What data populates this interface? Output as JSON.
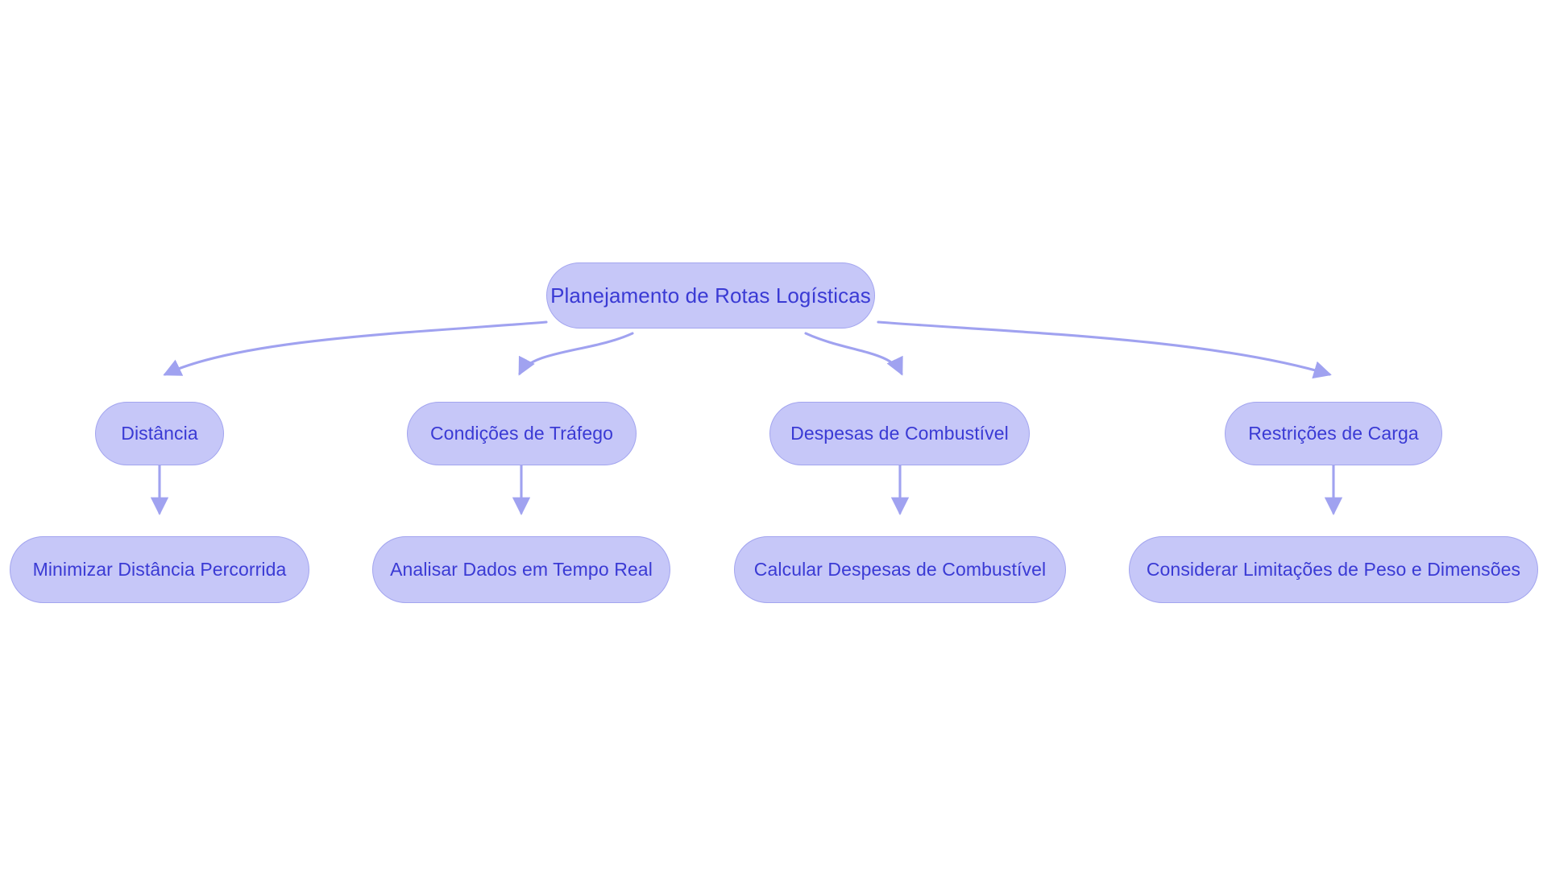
{
  "diagram": {
    "title": "Planejamento de Rotas Logisticas flowchart",
    "background_color": "#ffffff",
    "node_fill_color": "#c6c7f8",
    "node_border_color": "#a3a5ef",
    "node_text_color": "#3a3ad4",
    "edge_color": "#a0a2f0",
    "orientation": "top-down"
  },
  "nodes": {
    "root": {
      "id": "root",
      "label": "Planejamento de Rotas Logísticas",
      "level": 1
    },
    "branches": [
      {
        "id": "distancia",
        "label": "Distância",
        "level": 2,
        "child": {
          "id": "minimizar-distancia",
          "label": "Minimizar Distância Percorrida",
          "level": 3
        }
      },
      {
        "id": "condicoes-trafego",
        "label": "Condições de Tráfego",
        "level": 2,
        "child": {
          "id": "analisar-dados",
          "label": "Analisar Dados em Tempo Real",
          "level": 3
        }
      },
      {
        "id": "despesas-combustivel",
        "label": "Despesas de Combustível",
        "level": 2,
        "child": {
          "id": "calcular-despesas",
          "label": "Calcular Despesas de Combustível",
          "level": 3
        }
      },
      {
        "id": "restricoes-carga",
        "label": "Restrições de Carga",
        "level": 2,
        "child": {
          "id": "considerar-limitacoes",
          "label": "Considerar Limitações de Peso e Dimensões",
          "level": 3
        }
      }
    ]
  },
  "edges": [
    {
      "from": "root",
      "to": "distancia",
      "style": "curved",
      "arrow": "triangle"
    },
    {
      "from": "root",
      "to": "condicoes-trafego",
      "style": "curved",
      "arrow": "triangle"
    },
    {
      "from": "root",
      "to": "despesas-combustivel",
      "style": "curved",
      "arrow": "triangle"
    },
    {
      "from": "root",
      "to": "restricoes-carga",
      "style": "curved",
      "arrow": "triangle"
    },
    {
      "from": "distancia",
      "to": "minimizar-distancia",
      "style": "straight",
      "arrow": "triangle"
    },
    {
      "from": "condicoes-trafego",
      "to": "analisar-dados",
      "style": "straight",
      "arrow": "triangle"
    },
    {
      "from": "despesas-combustivel",
      "to": "calcular-despesas",
      "style": "straight",
      "arrow": "triangle"
    },
    {
      "from": "restricoes-carga",
      "to": "considerar-limitacoes",
      "style": "straight",
      "arrow": "triangle"
    }
  ]
}
